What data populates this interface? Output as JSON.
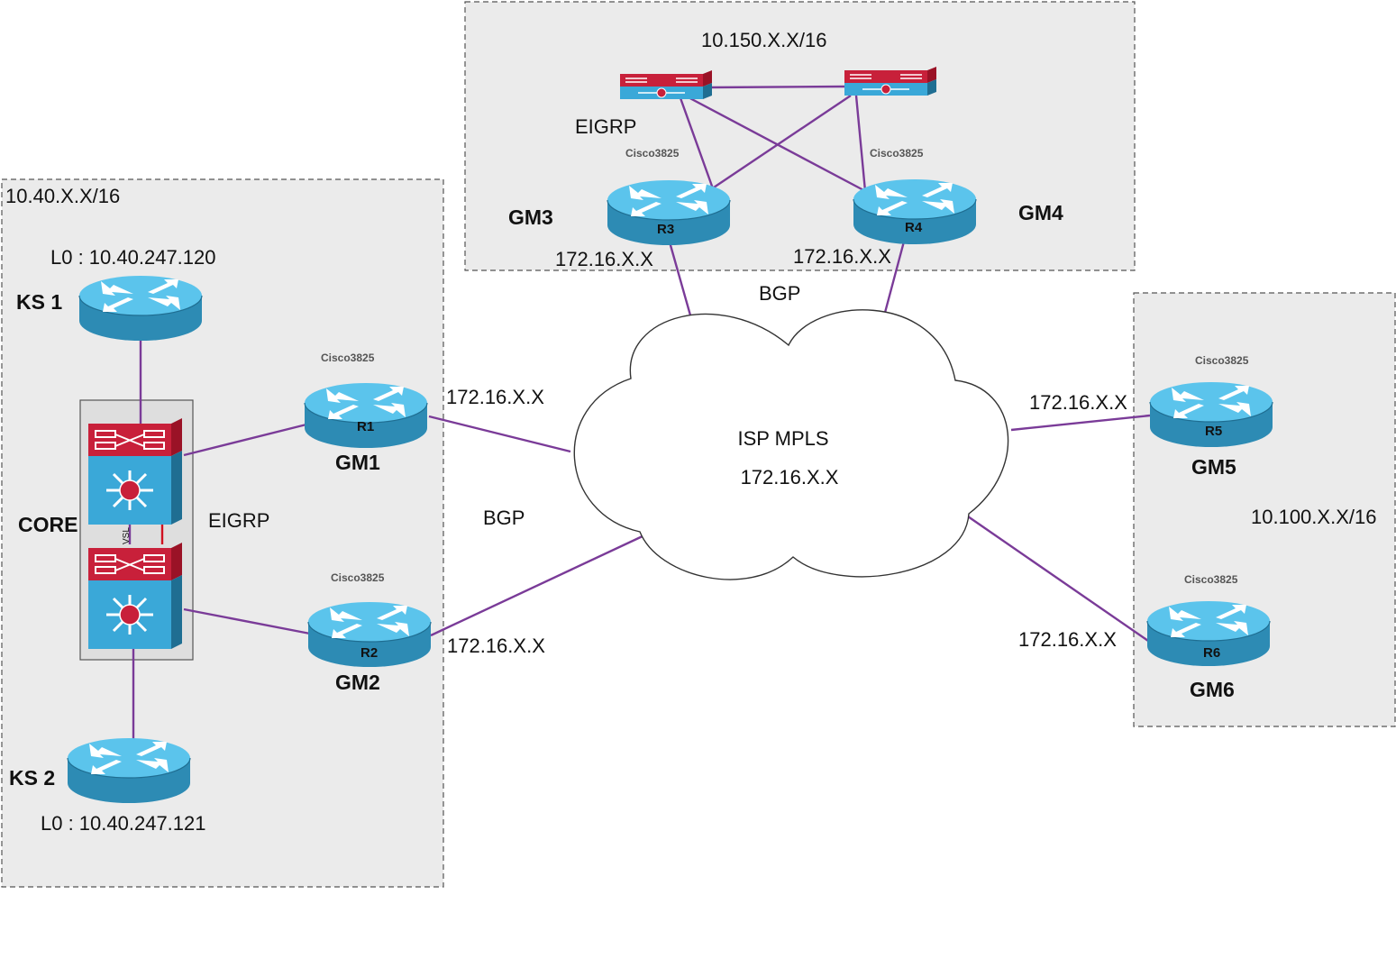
{
  "zones": {
    "left_subnet": "10.40.X.X/16",
    "top_subnet": "10.150.X.X/16",
    "right_subnet": "10.100.X.X/16"
  },
  "key_servers": [
    {
      "name": "KS 1",
      "loopback": "L0 : 10.40.247.120"
    },
    {
      "name": "KS 2",
      "loopback": "L0 : 10.40.247.121"
    }
  ],
  "core": {
    "label": "CORE",
    "vsl": "VSL",
    "protocol": "EIGRP"
  },
  "routers": [
    {
      "tag": "R1",
      "model": "Cisco3825",
      "gm": "GM1",
      "wan_ip": "172.16.X.X"
    },
    {
      "tag": "R2",
      "model": "Cisco3825",
      "gm": "GM2",
      "wan_ip": "172.16.X.X"
    },
    {
      "tag": "R3",
      "model": "Cisco3825",
      "gm": "GM3",
      "wan_ip": "172.16.X.X"
    },
    {
      "tag": "R4",
      "model": "Cisco3825",
      "gm": "GM4",
      "wan_ip": "172.16.X.X"
    },
    {
      "tag": "R5",
      "model": "Cisco3825",
      "gm": "GM5",
      "wan_ip": "172.16.X.X"
    },
    {
      "tag": "R6",
      "model": "Cisco3825",
      "gm": "GM6",
      "wan_ip": "172.16.X.X"
    }
  ],
  "top_protocol": "EIGRP",
  "cloud": {
    "line1": "ISP MPLS",
    "line2": "172.16.X.X"
  },
  "bgp_labels": [
    "BGP",
    "BGP"
  ],
  "colors": {
    "link": "#7a3b98",
    "router_top": "#5bc4ec",
    "router_side": "#2d8bb4",
    "switch_red": "#c8203a",
    "zone_fill": "#ebebeb"
  }
}
